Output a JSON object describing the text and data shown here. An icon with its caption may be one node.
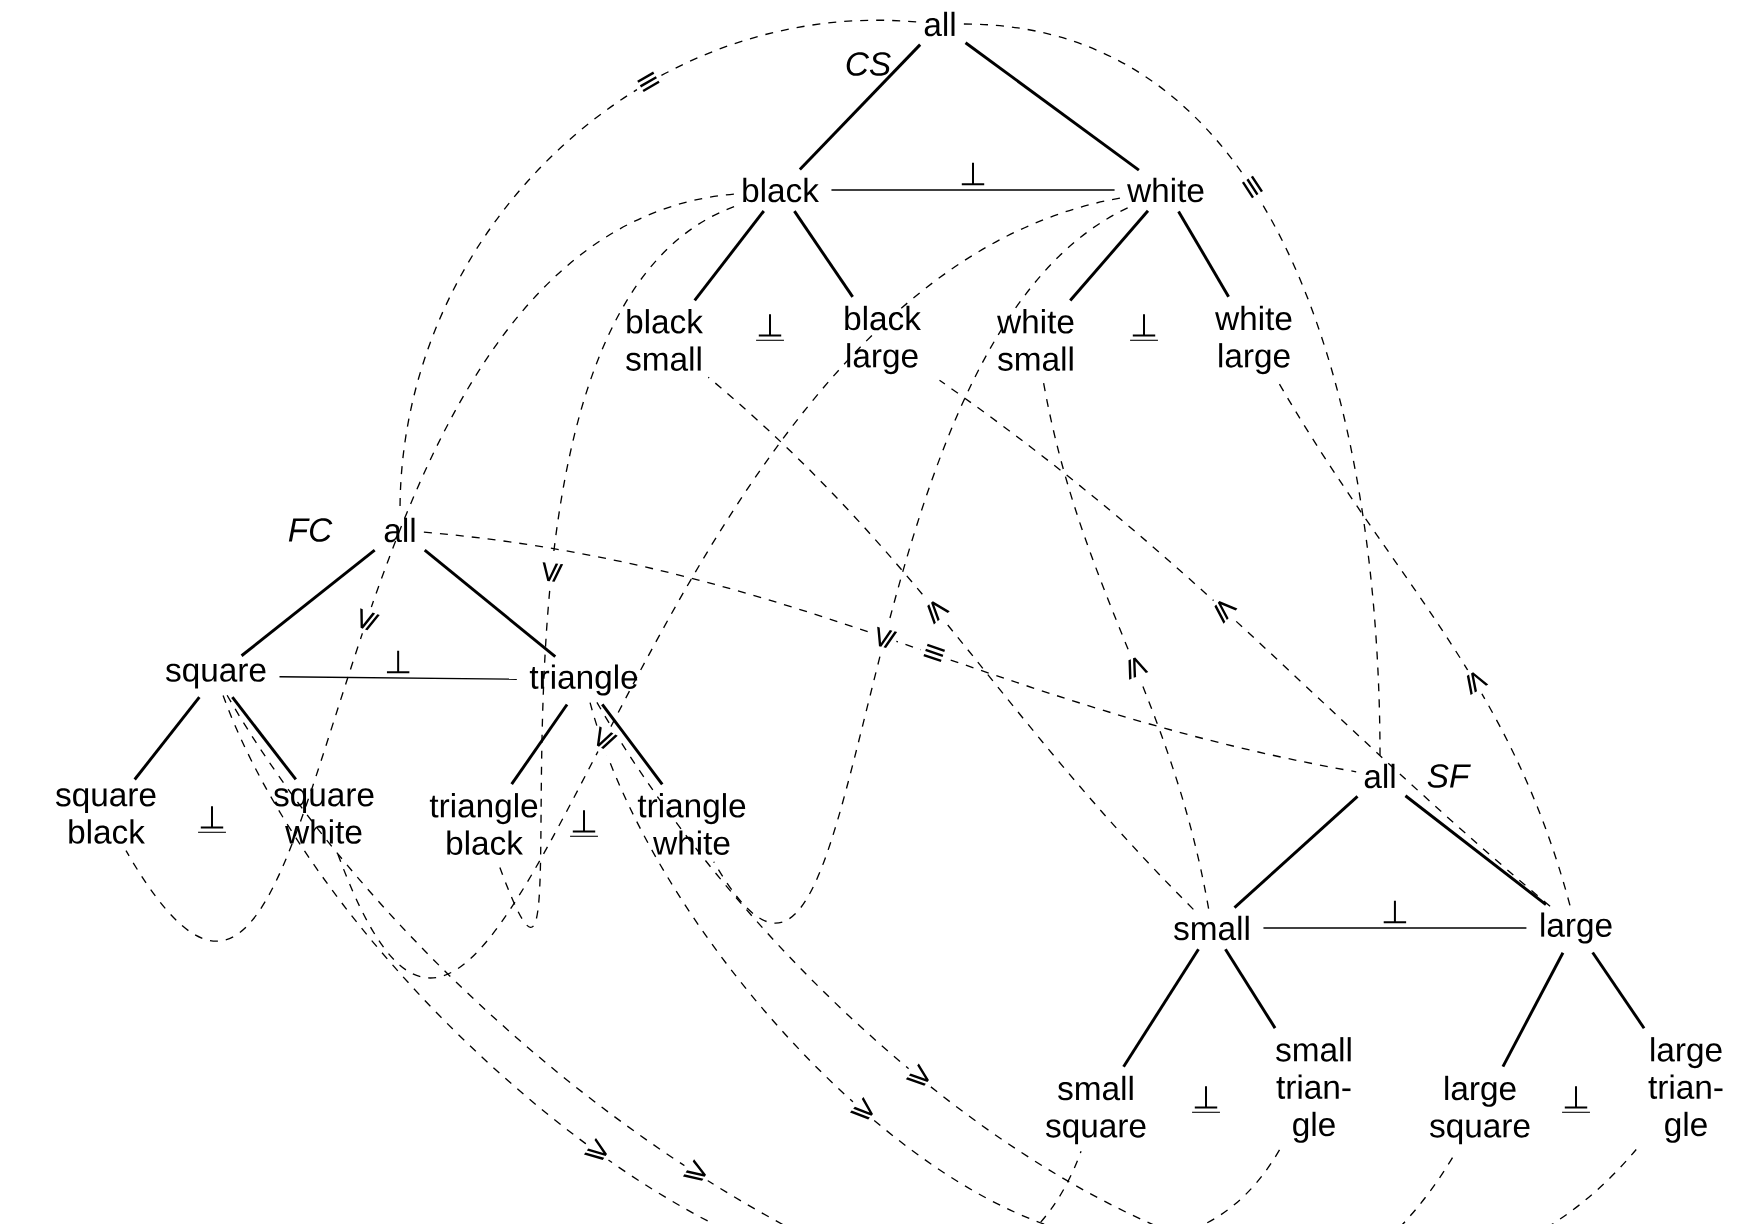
{
  "diagram": {
    "nodes": [
      {
        "text": [
          "all"
        ],
        "beside": [
          "CS"
        ]
      },
      {
        "text": [
          "black"
        ]
      },
      {
        "text": [
          "white"
        ]
      },
      {
        "text": [
          "black small"
        ]
      },
      {
        "text": [
          "black large"
        ]
      },
      {
        "text": [
          "white small"
        ]
      },
      {
        "text": [
          "white large"
        ]
      },
      {
        "text": [
          "all"
        ],
        "beside": [
          "FC"
        ]
      },
      {
        "text": [
          "square"
        ]
      },
      {
        "text": [
          "triangle"
        ]
      },
      {
        "text": [
          "square black"
        ]
      },
      {
        "text": [
          "square white"
        ]
      },
      {
        "text": [
          "triangle black"
        ]
      },
      {
        "text": [
          "triangle white"
        ]
      },
      {
        "text": [
          "all"
        ],
        "beside": [
          "SF"
        ]
      },
      {
        "text": [
          "small"
        ]
      },
      {
        "text": [
          "large"
        ]
      },
      {
        "text": [
          "small square"
        ]
      },
      {
        "text": [
          "small trian- gle"
        ]
      },
      {
        "text": [
          "large square"
        ]
      },
      {
        "text": [
          "large trian- gle"
        ]
      }
    ],
    "edges": [
      {
        "from": 0,
        "to": 1,
        "arrow": "none"
      },
      {
        "from": 0,
        "to": 2,
        "arrow": "none"
      },
      {
        "from": 1,
        "to": 2,
        "arrow": "none",
        "label": "⊥"
      },
      {
        "from": 1,
        "to": 3,
        "arrow": "none"
      },
      {
        "from": 1,
        "to": 4,
        "arrow": "none"
      },
      {
        "from": 2,
        "to": 5,
        "arrow": "none"
      },
      {
        "from": 2,
        "to": 6,
        "arrow": "none"
      },
      {
        "from": 7,
        "to": 8,
        "arrow": "none"
      },
      {
        "from": 7,
        "to": 9,
        "arrow": "none"
      },
      {
        "from": 8,
        "to": 9,
        "arrow": "none",
        "label": "⊥"
      },
      {
        "from": 8,
        "to": 10,
        "arrow": "none"
      },
      {
        "from": 8,
        "to": 11,
        "arrow": "none"
      },
      {
        "from": 9,
        "to": 12,
        "arrow": "none"
      },
      {
        "from": 9,
        "to": 13,
        "arrow": "none"
      },
      {
        "from": 14,
        "to": 15,
        "arrow": "none"
      },
      {
        "from": 14,
        "to": 16,
        "arrow": "none"
      },
      {
        "from": 15,
        "to": 16,
        "arrow": "none",
        "label": "⊥"
      },
      {
        "from": 15,
        "to": 17,
        "arrow": "none"
      },
      {
        "from": 15,
        "to": 18,
        "arrow": "none"
      },
      {
        "from": 16,
        "to": 19,
        "arrow": "none"
      },
      {
        "from": 16,
        "to": 20,
        "arrow": "none"
      },
      {
        "from": 0,
        "to": 7,
        "arrow": "none",
        "style": "dashed",
        "label": "≡"
      },
      {
        "from": 0,
        "to": 14,
        "arrow": "none",
        "style": "dashed",
        "label": "≡"
      },
      {
        "from": 7,
        "to": 14,
        "arrow": "none",
        "style": "dashed",
        "label": "≡"
      },
      {
        "from": 1,
        "to": 10,
        "arrow": "none",
        "style": "dashed",
        "label": "⩽"
      },
      {
        "from": 1,
        "to": 12,
        "arrow": "none",
        "style": "dashed",
        "label": "⩽"
      },
      {
        "from": 2,
        "to": 11,
        "arrow": "none",
        "style": "dashed",
        "label": "⩽"
      },
      {
        "from": 2,
        "to": 13,
        "arrow": "none",
        "style": "dashed",
        "label": "⩽"
      },
      {
        "from": 15,
        "to": 3,
        "arrow": "none",
        "style": "dashed",
        "label": "⩽"
      },
      {
        "from": 15,
        "to": 5,
        "arrow": "none",
        "style": "dashed",
        "label": "⩽"
      },
      {
        "from": 16,
        "to": 4,
        "arrow": "none",
        "style": "dashed",
        "label": "⩽"
      },
      {
        "from": 16,
        "to": 6,
        "arrow": "none",
        "style": "dashed",
        "label": "⩽"
      },
      {
        "from": 8,
        "to": 17,
        "arrow": "none",
        "style": "dashed",
        "label": "⩾"
      },
      {
        "from": 8,
        "to": 19,
        "arrow": "none",
        "style": "dashed",
        "label": "⩾"
      },
      {
        "from": 9,
        "to": 18,
        "arrow": "none",
        "style": "dashed",
        "label": "⩾"
      },
      {
        "from": 9,
        "to": 20,
        "arrow": "none",
        "style": "dashed",
        "label": "⩾"
      }
    ],
    "labels": [
      "⊥",
      "⊥",
      "⊥",
      "⊥",
      "⊥",
      "⊥"
    ]
  }
}
